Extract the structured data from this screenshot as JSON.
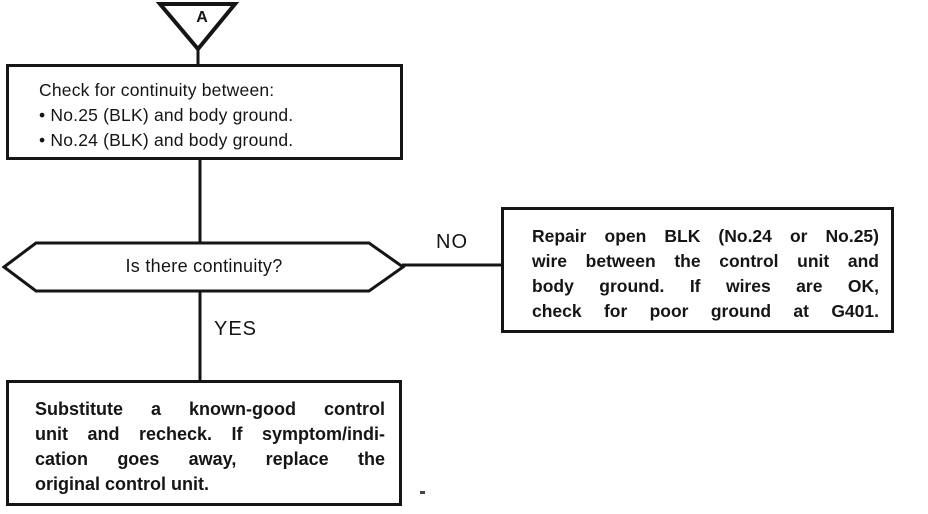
{
  "diagram": {
    "connector": {
      "label": "A"
    },
    "check_box": {
      "lines": [
        "Check for continuity between:",
        "• No.25 (BLK) and body ground.",
        "• No.24 (BLK) and body ground."
      ]
    },
    "decision": {
      "question": "Is there continuity?"
    },
    "no_label": "NO",
    "yes_label": "YES",
    "repair_box": {
      "lines": [
        "Repair open BLK (No.24 or No.25)",
        "wire between the control unit and",
        "body ground. If wires are OK,",
        "check for poor ground at G401."
      ]
    },
    "substitute_box": {
      "lines": [
        "Substitute a known-good control",
        "unit and recheck. If symptom/indi-",
        "cation goes away, replace the",
        "original control unit."
      ]
    },
    "colors": {
      "ink": "#151515",
      "paper": "#ffffff"
    }
  }
}
